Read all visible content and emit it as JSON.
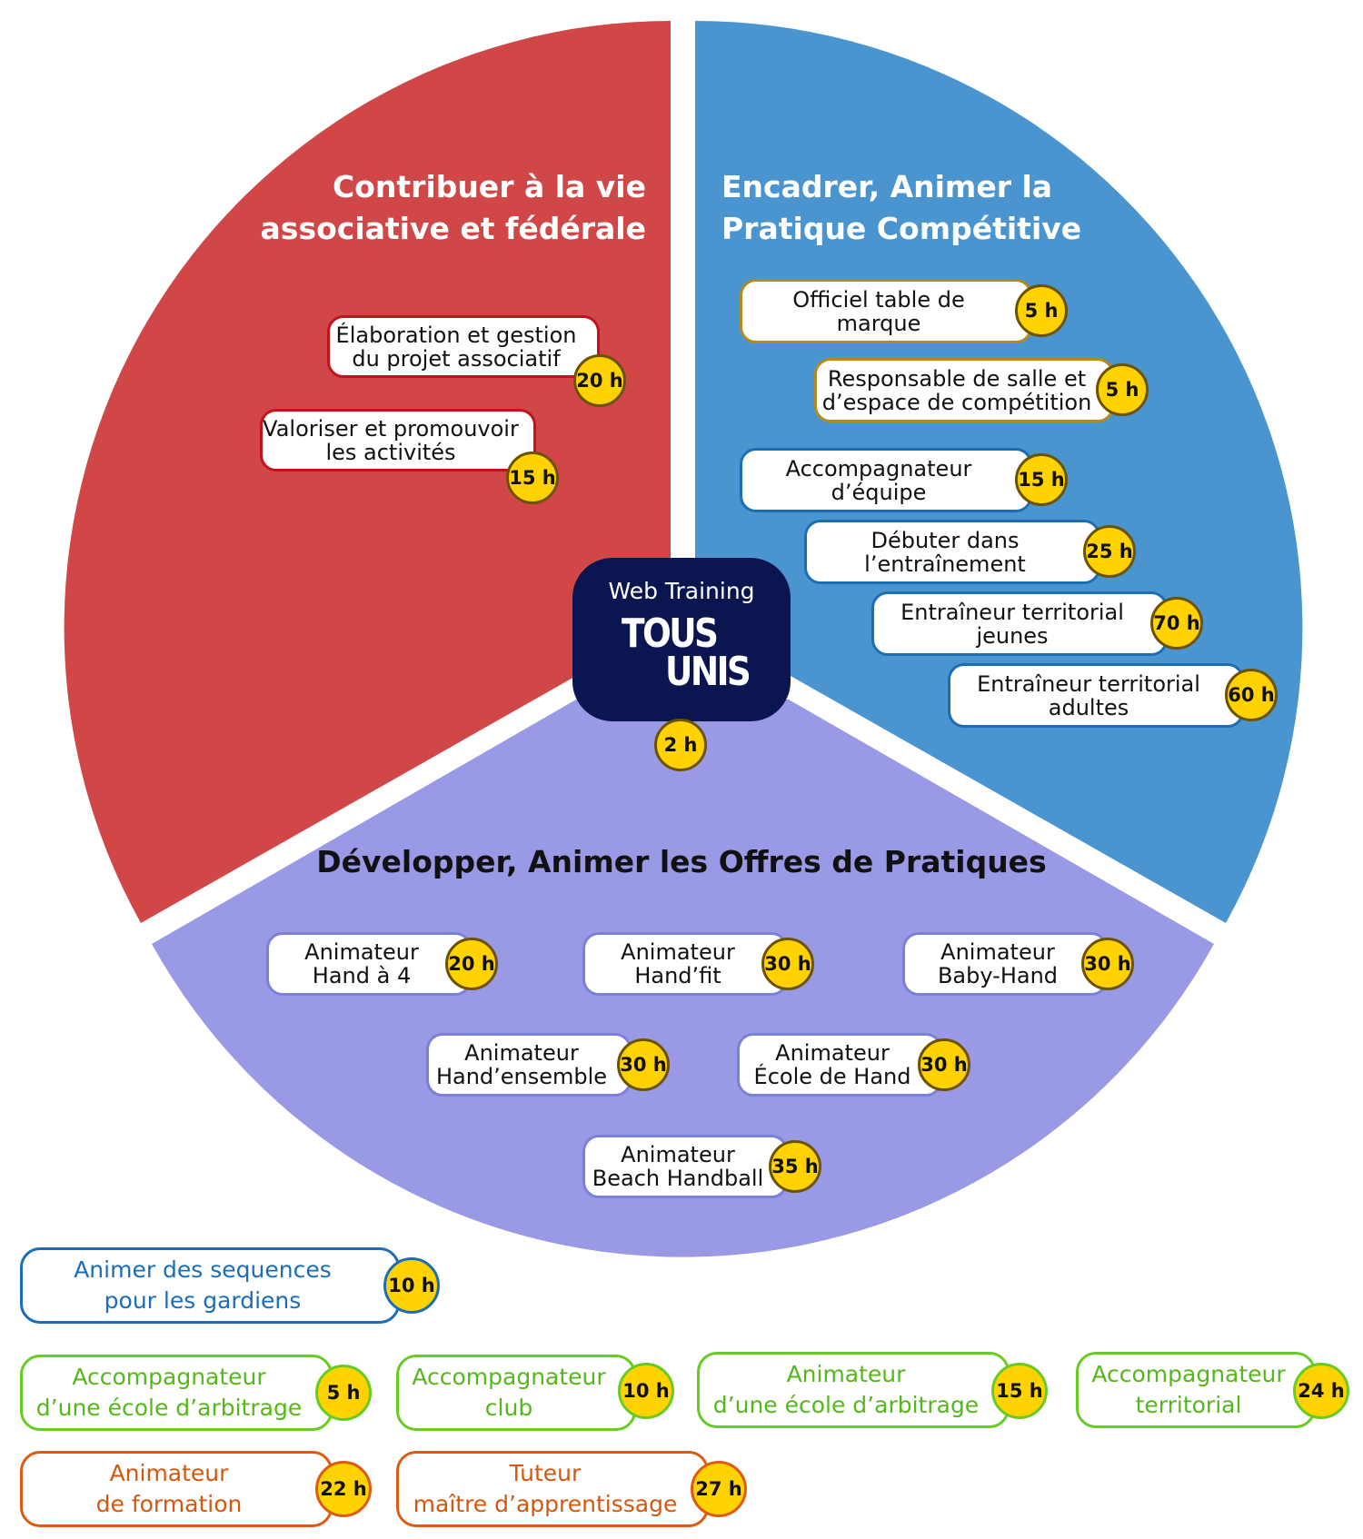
{
  "sectors": {
    "red": {
      "title_lines": [
        "Contribuer à la vie",
        "associative et fédérale"
      ],
      "color": "#d14646"
    },
    "blue": {
      "title_lines": [
        "Encadrer, Animer la",
        "Pratique Compétitive"
      ],
      "color": "#4a95cf"
    },
    "purple": {
      "title": "Développer, Animer les Offres de Pratiques",
      "color": "#9a99e6"
    }
  },
  "center": {
    "label": "Web Training",
    "logo_top": "TOUS",
    "logo_bottom": "UNIS",
    "hours": "2 h",
    "color": "#0b1650"
  },
  "modules_red": [
    {
      "lines": [
        "Élaboration et gestion",
        "du projet associatif"
      ],
      "hours": "20 h"
    },
    {
      "lines": [
        "Valoriser et promouvoir",
        "les activités"
      ],
      "hours": "15 h"
    }
  ],
  "modules_blue": [
    {
      "lines": [
        "Officiel table de",
        "marque"
      ],
      "hours": "5 h"
    },
    {
      "lines": [
        "Responsable de salle et",
        "d’espace de compétition"
      ],
      "hours": "5 h"
    },
    {
      "lines": [
        "Accompagnateur",
        "d’équipe"
      ],
      "hours": "15 h"
    },
    {
      "lines": [
        "Débuter dans",
        "l’entraînement"
      ],
      "hours": "25 h"
    },
    {
      "lines": [
        "Entraîneur territorial",
        "jeunes"
      ],
      "hours": "70 h"
    },
    {
      "lines": [
        "Entraîneur territorial",
        "adultes"
      ],
      "hours": "60 h"
    }
  ],
  "modules_purple": [
    {
      "lines": [
        "Animateur",
        "Hand à 4"
      ],
      "hours": "20 h"
    },
    {
      "lines": [
        "Animateur",
        "Hand’fit"
      ],
      "hours": "30 h"
    },
    {
      "lines": [
        "Animateur",
        "Baby-Hand"
      ],
      "hours": "30 h"
    },
    {
      "lines": [
        "Animateur",
        "Hand’ensemble"
      ],
      "hours": "30 h"
    },
    {
      "lines": [
        "Animateur",
        "École de Hand"
      ],
      "hours": "30 h"
    },
    {
      "lines": [
        "Animateur",
        "Beach Handball"
      ],
      "hours": "35 h"
    }
  ],
  "modules_external": [
    {
      "lines": [
        "Animer des sequences",
        "pour les gardiens"
      ],
      "hours": "10 h",
      "color": "#1b6db5"
    },
    {
      "lines": [
        "Accompagnateur",
        "d’une école d’arbitrage"
      ],
      "hours": "5 h",
      "color": "#66cc22"
    },
    {
      "lines": [
        "Accompagnateur",
        "club"
      ],
      "hours": "10 h",
      "color": "#66cc22"
    },
    {
      "lines": [
        "Animateur",
        "d’une école d’arbitrage"
      ],
      "hours": "15 h",
      "color": "#66cc22"
    },
    {
      "lines": [
        "Accompagnateur",
        "territorial"
      ],
      "hours": "24 h",
      "color": "#66cc22"
    },
    {
      "lines": [
        "Animateur",
        "de formation"
      ],
      "hours": "22 h",
      "color": "#dd5a10"
    },
    {
      "lines": [
        "Tuteur",
        "maître d’apprentissage"
      ],
      "hours": "27 h",
      "color": "#dd5a10"
    }
  ]
}
